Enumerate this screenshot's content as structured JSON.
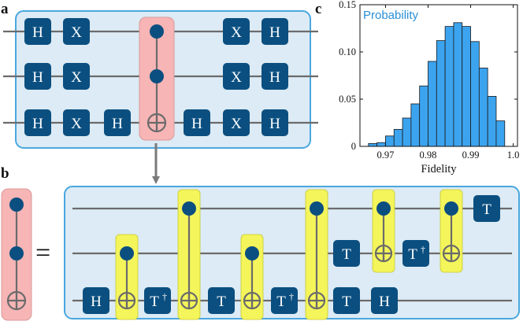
{
  "panels": {
    "a": "a",
    "b": "b",
    "c": "c"
  },
  "colors": {
    "gate_fill": "#0b4f80",
    "panel_fill": "#dcebf5",
    "panel_border": "#4aa7df",
    "wire": "#6b6b6b",
    "toffoli_highlight": "#f7b5b5",
    "cnot_highlight": "#f4f55a",
    "hist_bar": "#3ca4ef",
    "hist_edge": "#1a1a1a"
  },
  "circuit_a": {
    "qubits": 3,
    "toffoli": {
      "controls": [
        0,
        1
      ],
      "target": 2
    },
    "gates": [
      {
        "q": 0,
        "label": "H"
      },
      {
        "q": 0,
        "label": "X"
      },
      {
        "q": 0,
        "label": "X"
      },
      {
        "q": 0,
        "label": "H"
      },
      {
        "q": 1,
        "label": "H"
      },
      {
        "q": 1,
        "label": "X"
      },
      {
        "q": 1,
        "label": "X"
      },
      {
        "q": 1,
        "label": "H"
      },
      {
        "q": 2,
        "label": "H"
      },
      {
        "q": 2,
        "label": "X"
      },
      {
        "q": 2,
        "label": "H"
      },
      {
        "q": 2,
        "label": "H"
      },
      {
        "q": 2,
        "label": "X"
      },
      {
        "q": 2,
        "label": "H"
      }
    ]
  },
  "equals_sign": "=",
  "circuit_b": {
    "gates": [
      {
        "q": 2,
        "label": "H"
      },
      {
        "q": 2,
        "label": "T",
        "sup": "†"
      },
      {
        "q": 2,
        "label": "T"
      },
      {
        "q": 2,
        "label": "T",
        "sup": "†"
      },
      {
        "q": 1,
        "label": "T"
      },
      {
        "q": 2,
        "label": "T"
      },
      {
        "q": 2,
        "label": "H"
      },
      {
        "q": 1,
        "label": "T",
        "sup": "†"
      },
      {
        "q": 0,
        "label": "T"
      }
    ],
    "cnots": [
      {
        "control": 1,
        "target": 2
      },
      {
        "control": 0,
        "target": 2
      },
      {
        "control": 1,
        "target": 2
      },
      {
        "control": 0,
        "target": 2
      },
      {
        "control": 0,
        "target": 1
      },
      {
        "control": 0,
        "target": 1
      }
    ]
  },
  "chart_data": {
    "type": "bar",
    "title": "",
    "legend": [
      "Probability"
    ],
    "legend_position": "top-left",
    "xlabel": "Fidelity",
    "ylabel": "",
    "xlim": [
      0.964,
      1.001
    ],
    "ylim": [
      0,
      0.15
    ],
    "xticks": [
      0.97,
      0.98,
      0.99,
      1.0
    ],
    "xtick_labels": [
      "0.97",
      "0.98",
      "0.99",
      "1.0"
    ],
    "yticks": [
      0,
      0.05,
      0.1,
      0.15
    ],
    "ytick_labels": [
      "0",
      "0.05",
      "0.10",
      "0.15"
    ],
    "grid": false,
    "series": [
      {
        "name": "Probability",
        "bin_edges": [
          0.966,
          0.968,
          0.97,
          0.972,
          0.974,
          0.976,
          0.978,
          0.98,
          0.982,
          0.984,
          0.986,
          0.988,
          0.99,
          0.992,
          0.994,
          0.996,
          0.998
        ],
        "values": [
          0.003,
          0.004,
          0.011,
          0.018,
          0.03,
          0.045,
          0.064,
          0.09,
          0.112,
          0.127,
          0.131,
          0.127,
          0.111,
          0.083,
          0.053,
          0.027
        ]
      }
    ]
  }
}
